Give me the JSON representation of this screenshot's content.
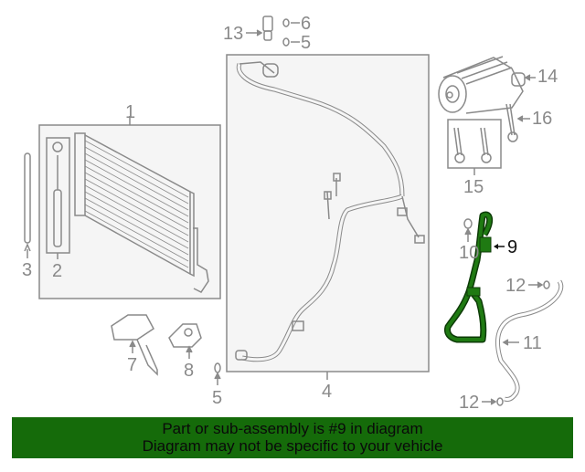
{
  "diagram": {
    "highlight_color": "#156b0a",
    "line_color": "#8a8a8a",
    "box_fill": "#f5f5f5",
    "callouts": [
      {
        "id": "c1",
        "label": "1"
      },
      {
        "id": "c2",
        "label": "2"
      },
      {
        "id": "c3",
        "label": "3"
      },
      {
        "id": "c4",
        "label": "4"
      },
      {
        "id": "c5a",
        "label": "5"
      },
      {
        "id": "c5b",
        "label": "5"
      },
      {
        "id": "c6",
        "label": "6"
      },
      {
        "id": "c7",
        "label": "7"
      },
      {
        "id": "c8",
        "label": "8"
      },
      {
        "id": "c9",
        "label": "9"
      },
      {
        "id": "c10",
        "label": "10"
      },
      {
        "id": "c11",
        "label": "11"
      },
      {
        "id": "c12a",
        "label": "12"
      },
      {
        "id": "c12b",
        "label": "12"
      },
      {
        "id": "c13",
        "label": "13"
      },
      {
        "id": "c14",
        "label": "14"
      },
      {
        "id": "c15",
        "label": "15"
      },
      {
        "id": "c16",
        "label": "16"
      }
    ],
    "highlighted_part": "9"
  },
  "banner": {
    "line1": "Part or sub-assembly is #9 in diagram",
    "line2": "Diagram may not be specific to your vehicle",
    "background": "#156b0a"
  }
}
